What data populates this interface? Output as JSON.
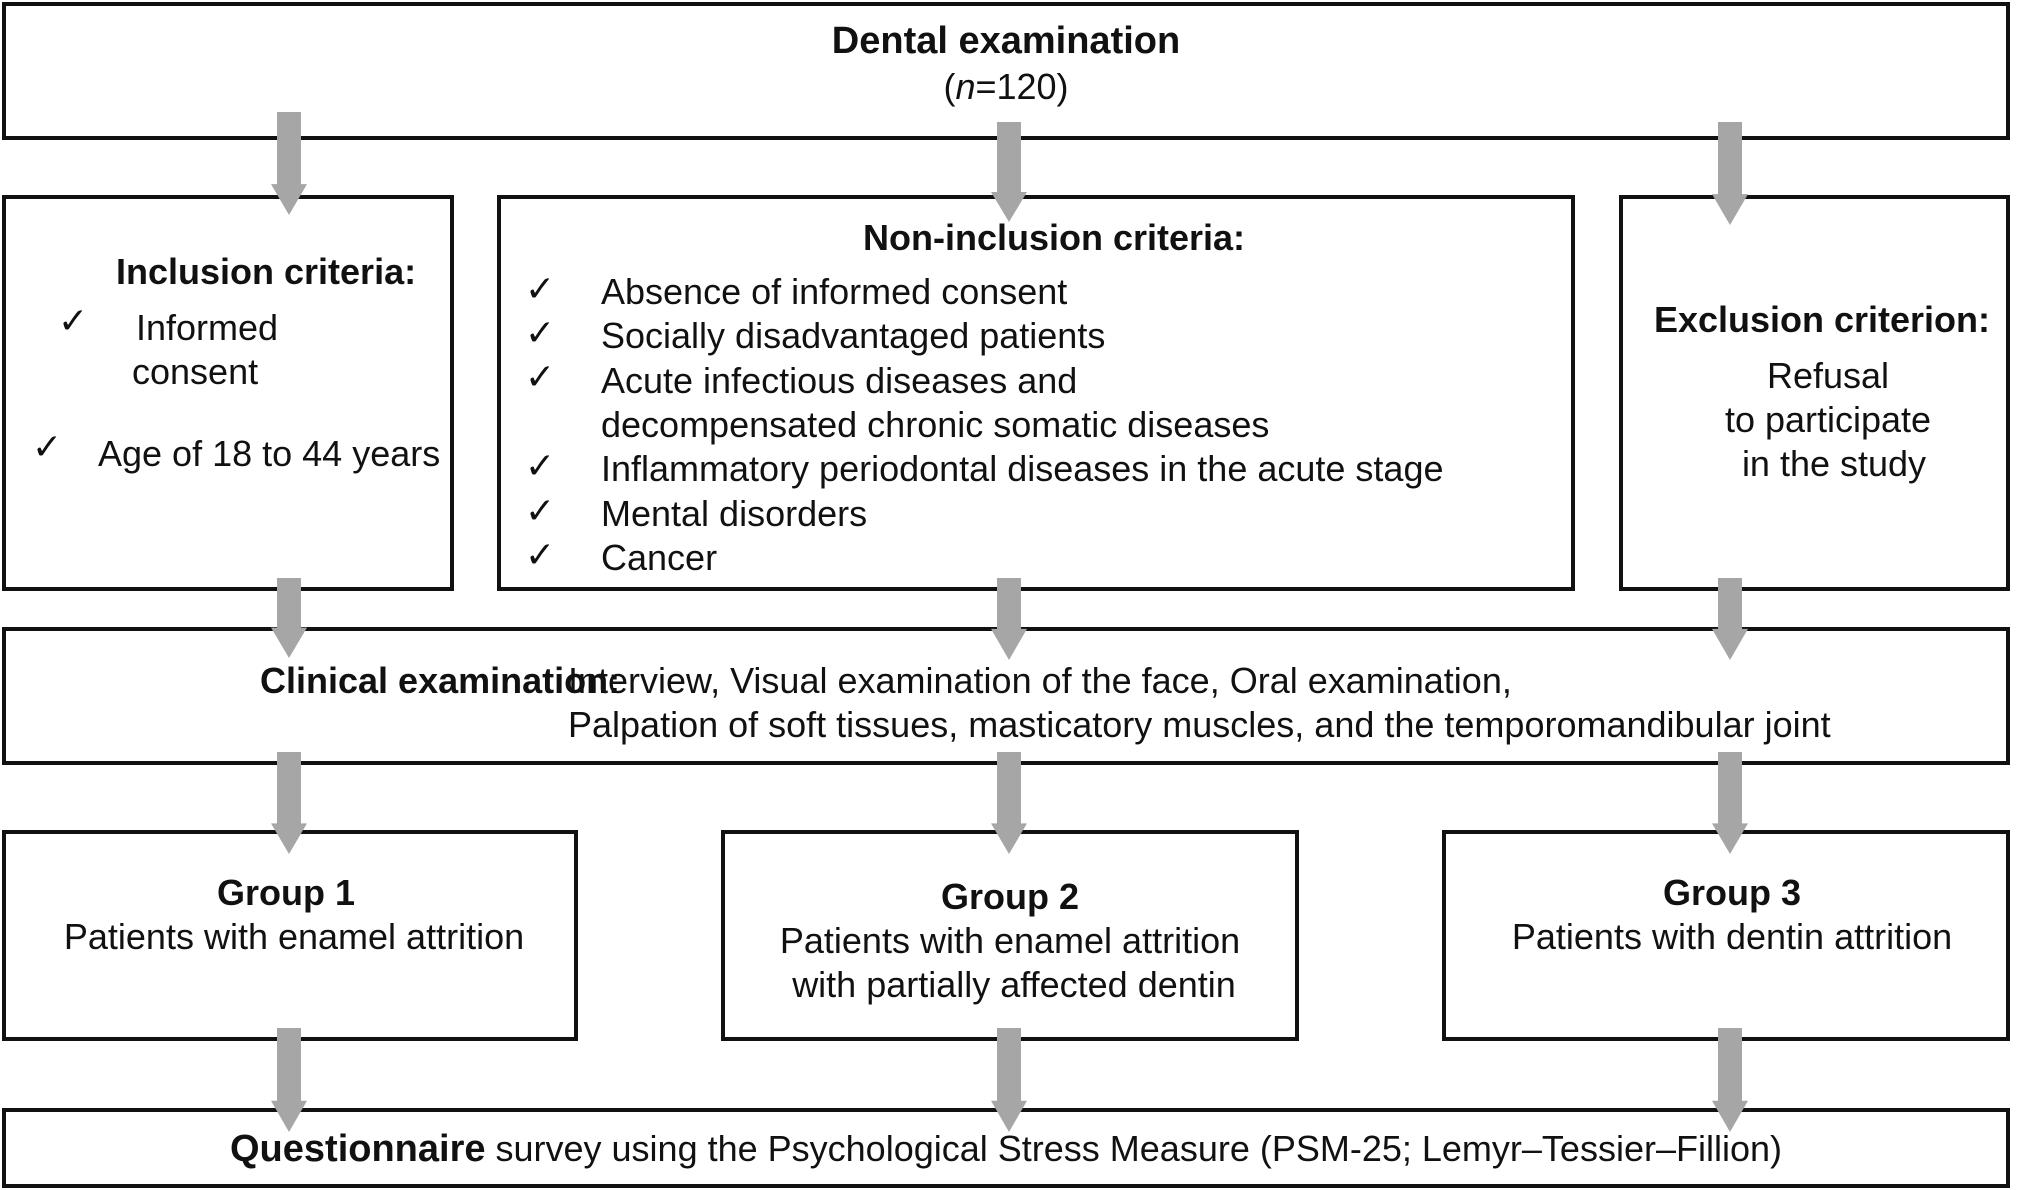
{
  "dental": {
    "title": "Dental examination",
    "n_label": "n",
    "n_rest": "=120)",
    "n_open": "("
  },
  "inclusion": {
    "title": "Inclusion criteria:",
    "items": [
      "Informed",
      "consent",
      "Age of 18 to 44 years"
    ]
  },
  "non_inclusion": {
    "title": "Non-inclusion criteria:",
    "items": [
      "Absence of informed consent",
      "Socially disadvantaged patients",
      "Acute infectious diseases and",
      "decompensated chronic somatic diseases",
      "Inflammatory periodontal diseases in the acute stage",
      "Mental disorders",
      "Cancer"
    ]
  },
  "exclusion": {
    "title": "Exclusion criterion:",
    "lines": [
      "Refusal",
      "to participate",
      "in the study"
    ]
  },
  "clinical": {
    "label": "Clinical examination:",
    "line1": "Interview, Visual examination of the face, Oral examination,",
    "line2": "Palpation of soft tissues, masticatory muscles, and the temporomandibular joint"
  },
  "groups": [
    {
      "title": "Group 1",
      "lines": [
        "Patients with enamel attrition"
      ]
    },
    {
      "title": "Group 2",
      "lines": [
        "Patients with enamel attrition",
        "with partially affected dentin"
      ]
    },
    {
      "title": "Group 3",
      "lines": [
        "Patients with dentin attrition"
      ]
    }
  ],
  "questionnaire": {
    "bold": "Questionnaire",
    "rest": " survey using the Psychological Stress Measure (PSM-25; Lemyr–Tessier–Fillion)"
  },
  "tick_glyph": "✓",
  "colors": {
    "arrow": "#a6a6a6",
    "border": "#111111"
  }
}
